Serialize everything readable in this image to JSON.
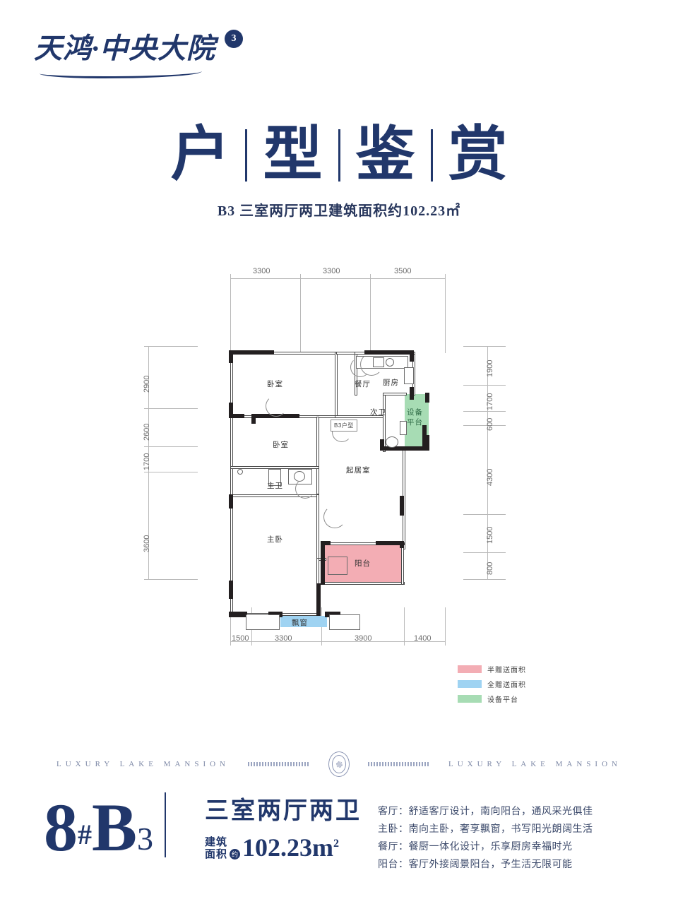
{
  "brand": {
    "logo_text": "天鸿·中央大院",
    "logo_badge": "3"
  },
  "header": {
    "title_chars": [
      "户",
      "型",
      "鉴",
      "赏"
    ],
    "subtitle": "B3 三室两厅两卫建筑面积约102.23",
    "subtitle_sup": "2",
    "subtitle_unit": "㎡"
  },
  "floorplan": {
    "unit_tag": "B3户型",
    "dimensions": {
      "top": [
        "3300",
        "3300",
        "3500"
      ],
      "left": [
        "2900",
        "2600",
        "1700",
        "3600"
      ],
      "right": [
        "1900",
        "1700",
        "600",
        "4300",
        "1500",
        "800"
      ],
      "bottom": [
        "1500",
        "3300",
        "3900",
        "1400"
      ]
    },
    "rooms": [
      {
        "name": "卧室"
      },
      {
        "name": "餐厅"
      },
      {
        "name": "厨房"
      },
      {
        "name": "次卫"
      },
      {
        "name": "设备平台"
      },
      {
        "name": "卧室"
      },
      {
        "name": "主卫"
      },
      {
        "name": "主卧"
      },
      {
        "name": "起居室"
      },
      {
        "name": "阳台"
      },
      {
        "name": "飘窗"
      }
    ],
    "room_labels": {
      "bedroom2": "卧室",
      "dining": "餐厅",
      "kitchen": "厨房",
      "second_bath": "次卫",
      "equipment_platform_line1": "设备",
      "equipment_platform_line2": "平台",
      "bedroom3": "卧室",
      "master_bath": "主卫",
      "master_bedroom": "主卧",
      "living": "起居室",
      "balcony": "阳台",
      "bay_window": "飘窗"
    }
  },
  "legend": {
    "items": [
      {
        "label": "半赠送面积",
        "color": "#f3adb4"
      },
      {
        "label": "全赠送面积",
        "color": "#9fd3f2"
      },
      {
        "label": "设备平台",
        "color": "#a7dcb4"
      }
    ]
  },
  "divider": {
    "left_text": "LUXURY LAKE MANSION",
    "right_text": "LUXURY LAKE MANSION"
  },
  "footer": {
    "building_no": "8",
    "hash": "#",
    "unit_letter": "B",
    "unit_num": "3",
    "room_config": "三室两厅两卫",
    "area_label_line1": "建筑",
    "area_label_line2": "面积",
    "area_about": "约",
    "area_value": "102.23m",
    "area_sup": "2",
    "features": [
      "客厅：舒适客厅设计，南向阳台，通风采光俱佳",
      "主卧：南向主卧，奢享飘窗，书写阳光朗阔生活",
      "餐厅：餐厨一体化设计，乐享厨房幸福时光",
      "阳台：客厅外接阔景阳台，予生活无限可能"
    ]
  },
  "colors": {
    "brand_blue": "#21376b",
    "pink": "#f3adb4",
    "blue": "#9fd3f2",
    "green": "#a7dcb4"
  }
}
